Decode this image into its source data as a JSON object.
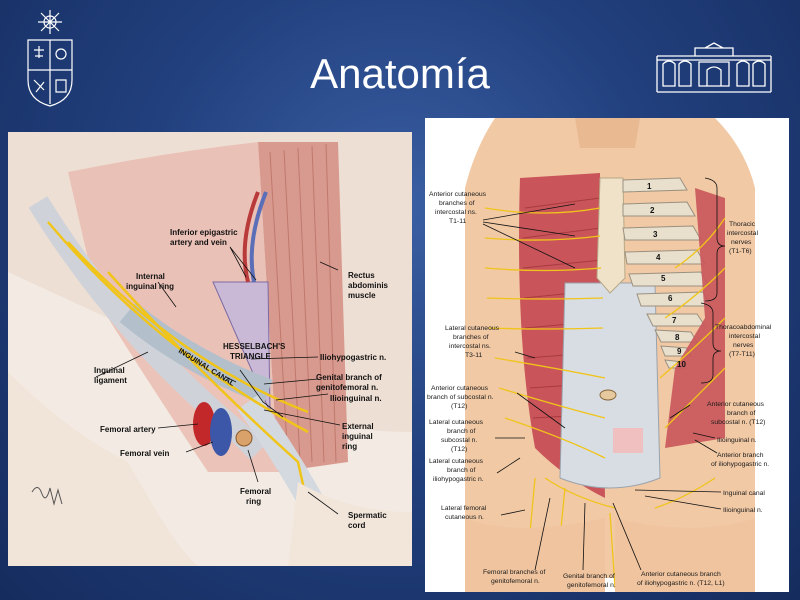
{
  "header": {
    "title": "Anatomía"
  },
  "left_figure": {
    "labels": {
      "inferior_epigastric_1": "Inferior epigastric",
      "inferior_epigastric_2": "artery and vein",
      "internal_ring_1": "Internal",
      "internal_ring_2": "inguinal ring",
      "rectus_1": "Rectus",
      "rectus_2": "abdominis",
      "rectus_3": "muscle",
      "hesselbach_1": "HESSELBACH'S",
      "hesselbach_2": "TRIANGLE",
      "inguinal_canal": "INGUINAL CANAL",
      "iliohypogastric": "Iliohypogastric n.",
      "inguinal_lig_1": "Inguinal",
      "inguinal_lig_2": "ligament",
      "genital_branch_1": "Genital branch of",
      "genital_branch_2": "genitofemoral n.",
      "ilioinguinal": "Ilioinguinal n.",
      "femoral_artery": "Femoral artery",
      "external_ring_1": "External",
      "external_ring_2": "inguinal",
      "external_ring_3": "ring",
      "femoral_vein": "Femoral vein",
      "femoral_ring_1": "Femoral",
      "femoral_ring_2": "ring",
      "spermatic_1": "Spermatic",
      "spermatic_2": "cord"
    }
  },
  "right_figure": {
    "rib_numbers": [
      "1",
      "2",
      "3",
      "4",
      "5",
      "6",
      "7",
      "8",
      "9",
      "10"
    ],
    "labels": {
      "ant_cut_1": "Anterior cutaneous",
      "ant_cut_2": "branches of",
      "ant_cut_3": "intercostal ns.",
      "ant_cut_4": "T1-11",
      "thoracic_1": "Thoracic",
      "thoracic_2": "intercostal",
      "thoracic_3": "nerves",
      "thoracic_4": "(T1-T6)",
      "lat_cut_1": "Lateral cutaneous",
      "lat_cut_2": "branches of",
      "lat_cut_3": "intercostal ns.",
      "lat_cut_4": "T3-11",
      "thoracoabd_1": "Thoracoabdominal",
      "thoracoabd_2": "intercostal",
      "thoracoabd_3": "nerves",
      "thoracoabd_4": "(T7-T11)",
      "ant_subcostal_1": "Anterior cutaneous",
      "ant_subcostal_2": "branch of subcostal n.",
      "ant_subcostal_3": "(T12)",
      "ant_subcostal_r1": "Anterior cutaneous",
      "ant_subcostal_r2": "branch of",
      "ant_subcostal_r3": "subcostal n. (T12)",
      "lat_subcostal_1": "Lateral cutaneous",
      "lat_subcostal_2": "branch of",
      "lat_subcostal_3": "subcostal n.",
      "lat_subcostal_4": "(T12)",
      "ilioinguinal_r": "Ilioinguinal n.",
      "ant_iliohypo_1": "Anterior branch",
      "ant_iliohypo_2": "of iliohypogastric n.",
      "lat_iliohypo_1": "Lateral cutaneous",
      "lat_iliohypo_2": "branch of",
      "lat_iliohypo_3": "iliohypogastric n.",
      "inguinal_canal_r": "Inguinal canal",
      "ilioinguinal_r2": "Ilioinguinal n.",
      "lat_femoral_1": "Lateral femoral",
      "lat_femoral_2": "cutaneous n.",
      "femoral_br_1": "Femoral branches of",
      "femoral_br_2": "genitofemoral n.",
      "genital_br_1": "Genital branch of",
      "genital_br_2": "genitofemoral n.",
      "ant_cut_iliohypo_1": "Anterior cutaneous branch",
      "ant_cut_iliohypo_2": "of iliohypogastric n. (T12, L1)"
    }
  }
}
